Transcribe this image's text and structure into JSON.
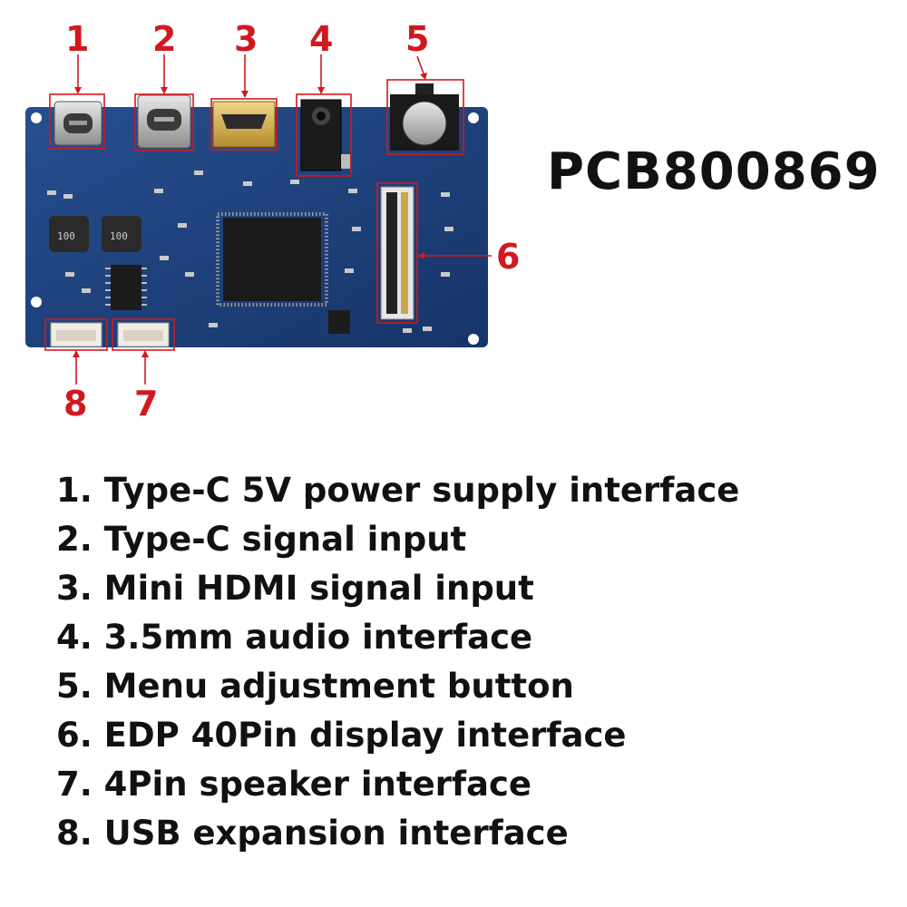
{
  "model": "PCB800869",
  "callouts": [
    {
      "num": "1",
      "label": "Type-C 5V power supply interface"
    },
    {
      "num": "2",
      "label": "Type-C signal input"
    },
    {
      "num": "3",
      "label": "Mini HDMI signal input"
    },
    {
      "num": "4",
      "label": "3.5mm audio interface"
    },
    {
      "num": "5",
      "label": "Menu adjustment button"
    },
    {
      "num": "6",
      "label": "EDP 40Pin display interface"
    },
    {
      "num": "7",
      "label": "4Pin speaker interface"
    },
    {
      "num": "8",
      "label": "USB expansion interface"
    }
  ],
  "legend": [
    "1. Type-C 5V power supply interface",
    "2. Type-C signal input",
    "3. Mini HDMI signal input",
    "4. 3.5mm audio interface",
    "5. Menu adjustment button",
    "6. EDP 40Pin display interface",
    "7. 4Pin speaker interface",
    "8. USB expansion interface"
  ],
  "board_markings": [
    "100",
    "100"
  ],
  "colors": {
    "pcb": "#1c3f7a",
    "callout": "#d0191f",
    "text": "#111111"
  }
}
